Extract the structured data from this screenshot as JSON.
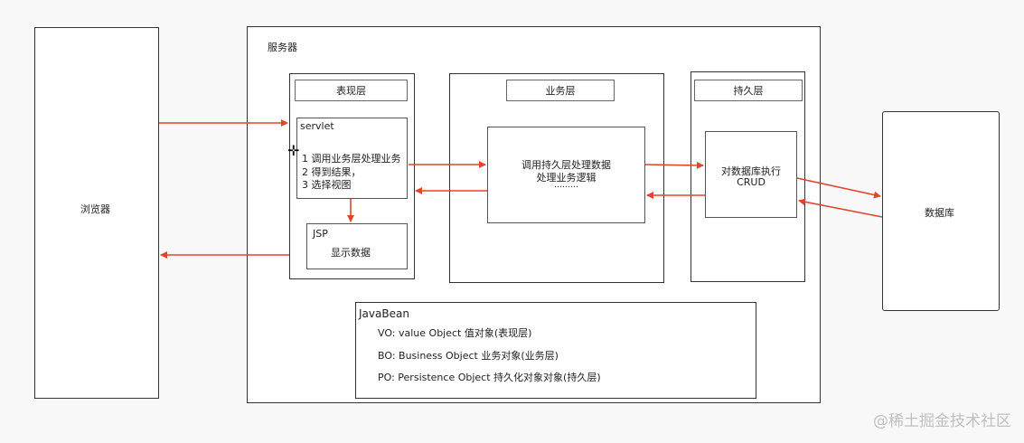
{
  "browser": {
    "label": "浏览器"
  },
  "server": {
    "label": "服务器",
    "presentation": {
      "header": "表现层",
      "servlet": {
        "title": "servlet",
        "lines": [
          "1 调用业务层处理业务",
          "2 得到结果，",
          "3 选择视图"
        ]
      },
      "jsp": {
        "title": "JSP",
        "body": "显示数据"
      }
    },
    "business": {
      "header": "业务层",
      "lines": [
        "调用持久层处理数据",
        "处理业务逻辑",
        "………"
      ]
    },
    "persistence": {
      "header": "持久层",
      "lines": [
        "对数据库执行",
        "CRUD"
      ]
    },
    "javabean": {
      "title": "JavaBean",
      "lines": [
        "VO: value Object  值对象(表现层)",
        "BO: Business Object  业务对象(业务层)",
        "PO: Persistence Object  持久化对象对象(持久层)"
      ]
    }
  },
  "database": {
    "label": "数据库"
  },
  "watermark": "@稀土掘金技术社区",
  "colors": {
    "arrow": "#e0452d",
    "border": "#333333"
  }
}
